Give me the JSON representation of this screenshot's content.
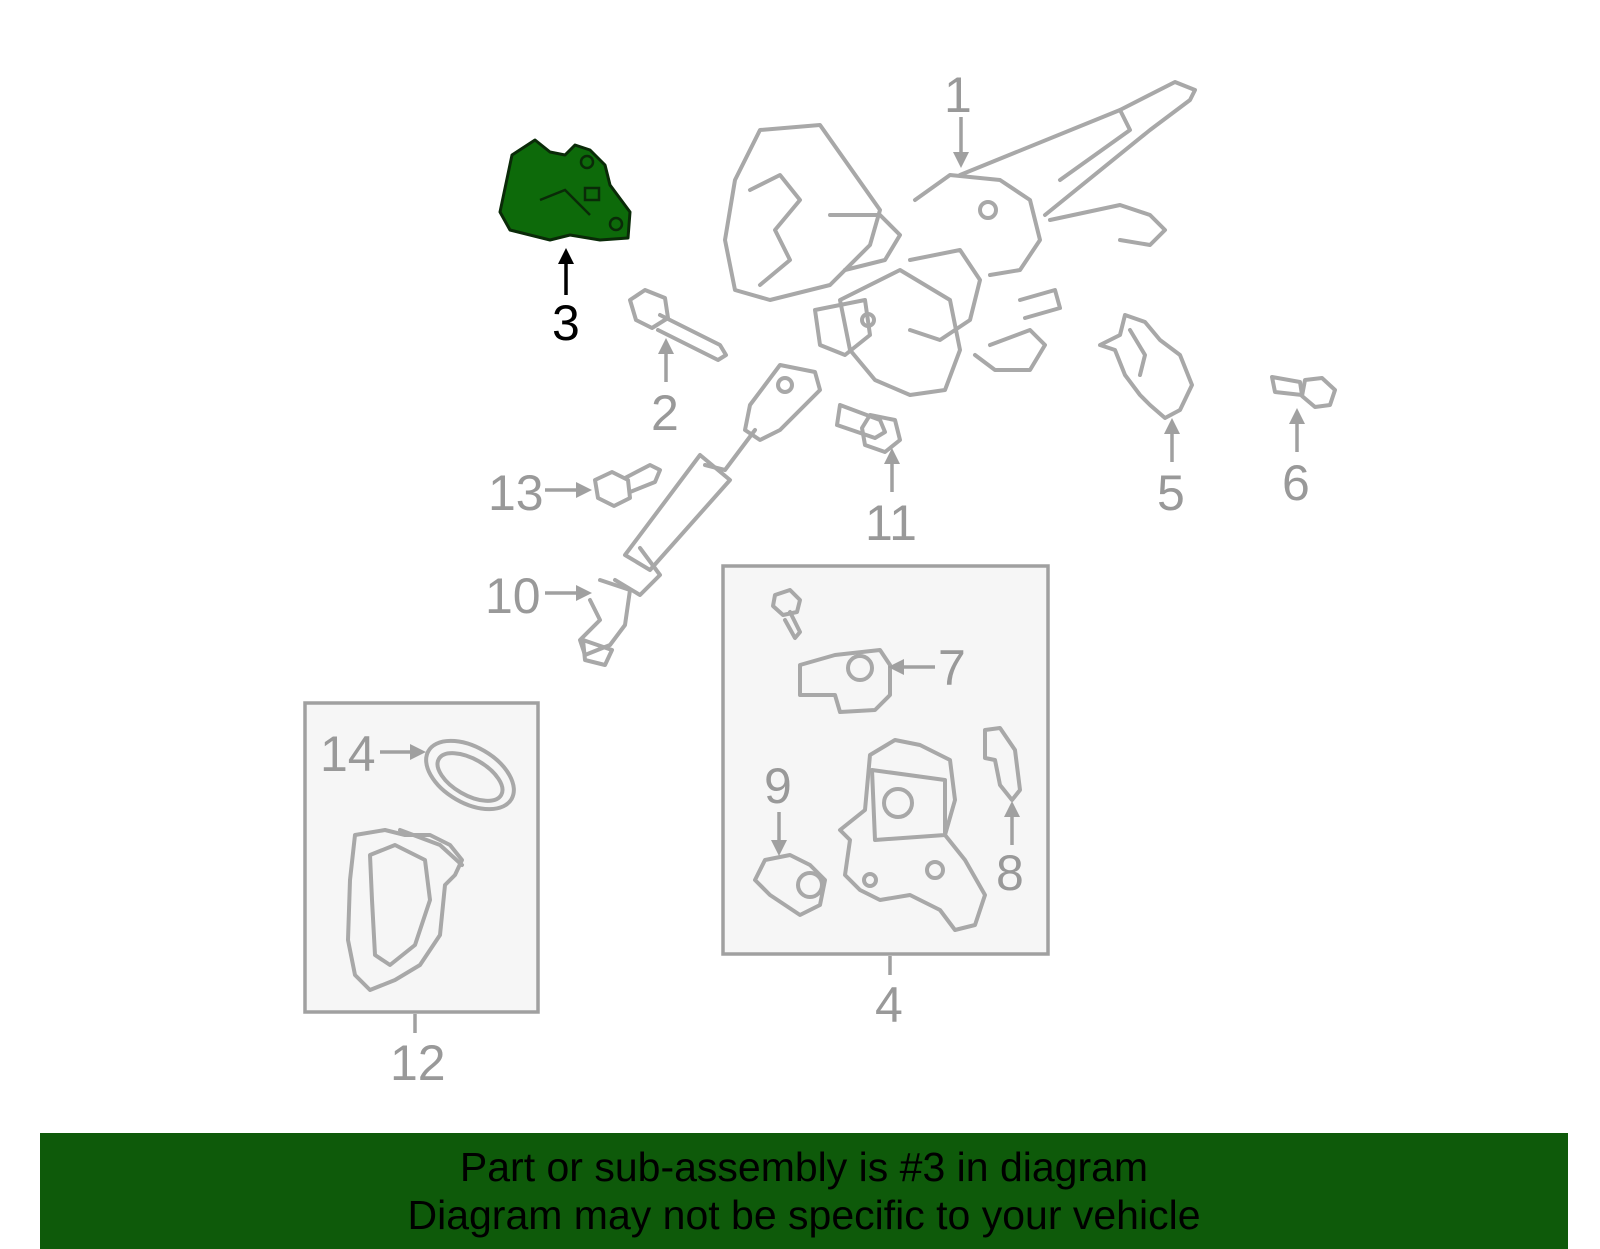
{
  "colors": {
    "highlight_fill": "#0d6a0a",
    "highlight_stroke": "#0a2a08",
    "part_stroke": "#a8a8a8",
    "label_gray": "#999999",
    "label_highlight": "#000000",
    "banner_bg": "#0e5a0a",
    "box_fill": "#f6f6f6"
  },
  "highlighted_part": "3",
  "callouts": {
    "c1": "1",
    "c2": "2",
    "c3": "3",
    "c4": "4",
    "c5": "5",
    "c6": "6",
    "c7": "7",
    "c8": "8",
    "c9": "9",
    "c10": "10",
    "c11": "11",
    "c12": "12",
    "c13": "13",
    "c14": "14"
  },
  "banner": {
    "line1": "Part or sub-assembly is #3 in diagram",
    "line2": "Diagram may not be specific to your vehicle"
  }
}
